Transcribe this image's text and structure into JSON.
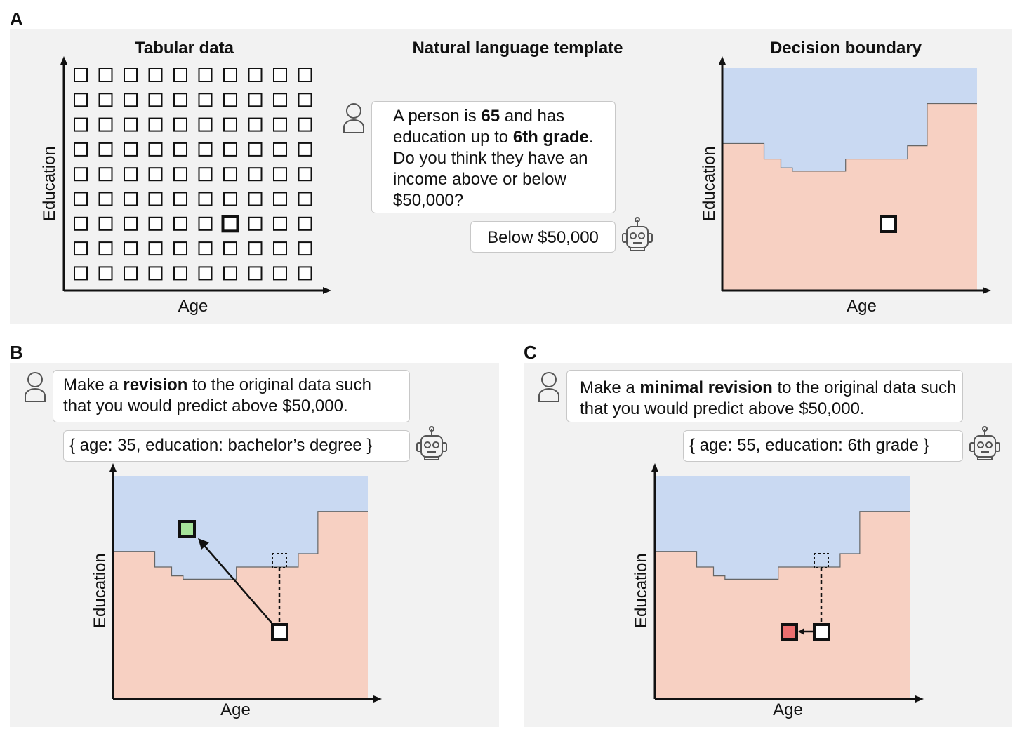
{
  "panelA": {
    "letter": "A",
    "tabular": {
      "title": "Tabular data",
      "xlabel": "Age",
      "ylabel": "Education",
      "grid_rows": 9,
      "grid_cols": 10,
      "highlight": {
        "row": 7,
        "col": 7
      }
    },
    "template": {
      "title": "Natural language template",
      "prompt_parts": [
        {
          "text": "A person is ",
          "bold": false
        },
        {
          "text": "65",
          "bold": true
        },
        {
          "text": " and has education up to ",
          "bold": false
        },
        {
          "text": "6th grade",
          "bold": true
        },
        {
          "text": ". Do you think they have an income above or below $50,000?",
          "bold": false
        }
      ],
      "response": "Below $50,000"
    },
    "boundary": {
      "title": "Decision boundary",
      "xlabel": "Age",
      "ylabel": "Education"
    }
  },
  "panelB": {
    "letter": "B",
    "prompt_parts": [
      {
        "text": "Make a ",
        "bold": false
      },
      {
        "text": "revision",
        "bold": true
      },
      {
        "text": " to the original data such that you would predict above $50,000.",
        "bold": false
      }
    ],
    "response": "{ age: 35, education: bachelor’s degree }",
    "xlabel": "Age",
    "ylabel": "Education"
  },
  "panelC": {
    "letter": "C",
    "prompt_parts": [
      {
        "text": "Make a ",
        "bold": false
      },
      {
        "text": "minimal revision",
        "bold": true
      },
      {
        "text": " to the original data such that you would predict above $50,000.",
        "bold": false
      }
    ],
    "response": "{ age: 55, education: 6th grade }",
    "xlabel": "Age",
    "ylabel": "Education"
  },
  "colors": {
    "above_region": "#c9d9f2",
    "below_region": "#f7d0c2",
    "counterfactual_success": "#a6e49a",
    "counterfactual_fail": "#ec6f6f",
    "panel_bg": "#f2f2f2"
  },
  "icons": {
    "user": "user-icon",
    "assistant": "robot-icon"
  }
}
